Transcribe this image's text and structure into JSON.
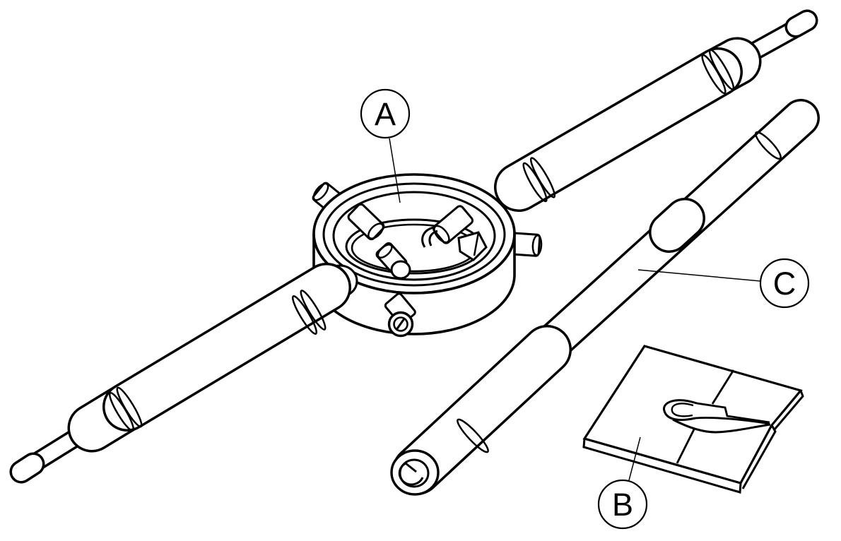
{
  "drawing": {
    "type": "technical-line-drawing",
    "background_color": "#ffffff",
    "stroke_color": "#000000",
    "callouts": [
      {
        "label": "A"
      },
      {
        "label": "B"
      },
      {
        "label": "C"
      }
    ]
  }
}
